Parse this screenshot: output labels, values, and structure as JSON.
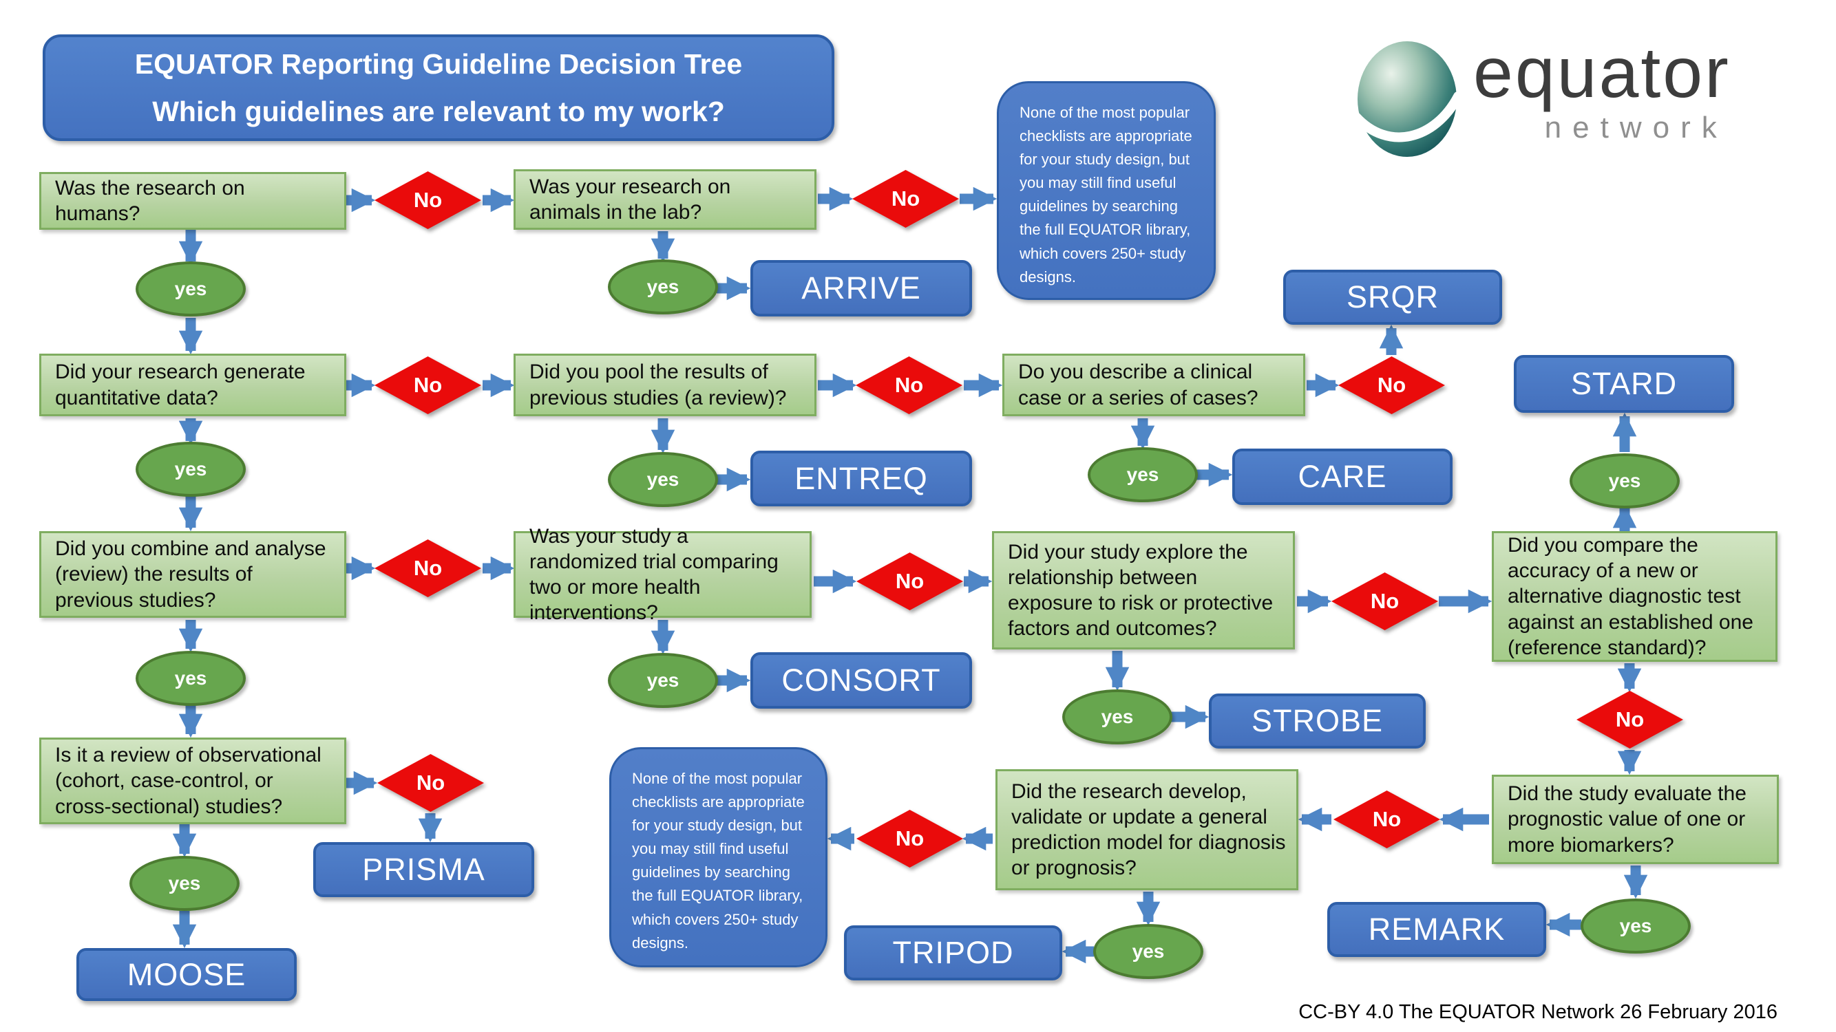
{
  "title": {
    "line1": "EQUATOR Reporting Guideline Decision Tree",
    "line2": "Which guidelines are relevant to my work?"
  },
  "logo": {
    "brand": "equator",
    "sub": "network"
  },
  "decision_labels": {
    "no": "No",
    "yes": "yes"
  },
  "questions": {
    "humans": "Was the research on humans?",
    "animals_lab": "Was your research on animals in the lab?",
    "quantitative_data": "Did your research generate quantitative data?",
    "pooled_review": "Did you pool the results of previous studies (a review)?",
    "clinical_case": "Do you describe a clinical case or a series of cases?",
    "combine_analyse": "Did you combine and analyse (review) the results of previous studies?",
    "randomized_trial": "Was your study a randomized trial comparing two or more health interventions?",
    "exposure_outcomes": "Did your study explore the relationship between exposure to risk or protective factors and outcomes?",
    "diagnostic_accuracy": "Did you compare the accuracy of a new or alternative diagnostic test against an established one (reference standard)?",
    "observational_review": "Is it a review of observational (cohort, case-control, or cross-sectional) studies?",
    "prediction_model": "Did the research develop, validate or update a general prediction model for diagnosis or prognosis?",
    "biomarkers": "Did the study evaluate the prognostic value of one or more biomarkers?"
  },
  "guidelines": {
    "arrive": "ARRIVE",
    "srqr": "SRQR",
    "stard": "STARD",
    "entreq": "ENTREQ",
    "care": "CARE",
    "consort": "CONSORT",
    "strobe": "STROBE",
    "prisma": "PRISMA",
    "moose": "MOOSE",
    "tripod": "TRIPOD",
    "remark": "REMARK"
  },
  "notes": {
    "fallback": "None of the most popular checklists are appropriate for your study design, but you may still find useful guidelines by searching the full EQUATOR library, which covers 250+ study designs."
  },
  "footer": {
    "credit": "CC-BY 4.0 The EQUATOR Network 26 February 2016"
  },
  "colors": {
    "question_green": "#b7d3a2",
    "decision_red": "#ea0b0b",
    "yes_green": "#67a64e",
    "guideline_blue": "#4576c4",
    "arrow_blue": "#4f86c6"
  }
}
